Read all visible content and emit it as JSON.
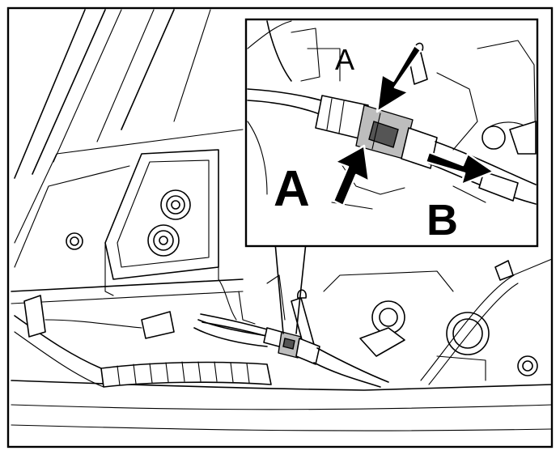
{
  "labels": {
    "inset_small_a": "A",
    "inset_big_a": "A",
    "inset_b": "B"
  },
  "colors": {
    "line": "#000000",
    "fill": "#ffffff",
    "connector": "#bdbdbd"
  }
}
